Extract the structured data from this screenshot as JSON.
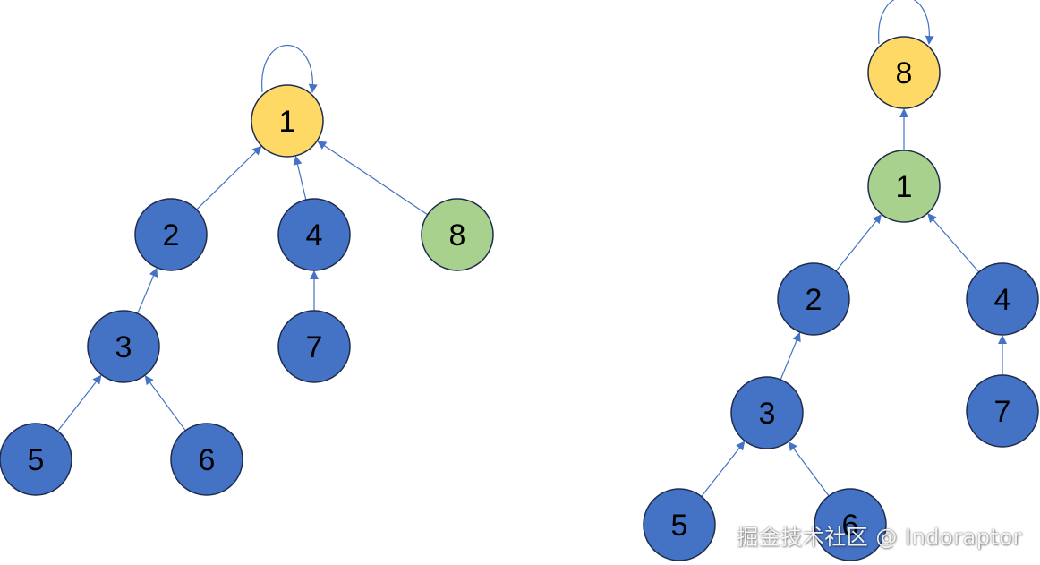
{
  "colors": {
    "default_node": "#4472c4",
    "root_node": "#ffd966",
    "moved_node": "#a9d18e",
    "edge": "#4472c4",
    "node_stroke": "#1f2d4d"
  },
  "trees": [
    {
      "id": "left",
      "nodes": [
        {
          "id": "1",
          "label": "1",
          "role": "root"
        },
        {
          "id": "2",
          "label": "2",
          "role": "default"
        },
        {
          "id": "4",
          "label": "4",
          "role": "default"
        },
        {
          "id": "8",
          "label": "8",
          "role": "moved"
        },
        {
          "id": "3",
          "label": "3",
          "role": "default"
        },
        {
          "id": "7",
          "label": "7",
          "role": "default"
        },
        {
          "id": "5",
          "label": "5",
          "role": "default"
        },
        {
          "id": "6",
          "label": "6",
          "role": "default"
        }
      ],
      "edges": [
        {
          "from": "1",
          "to": "1"
        },
        {
          "from": "2",
          "to": "1"
        },
        {
          "from": "4",
          "to": "1"
        },
        {
          "from": "8",
          "to": "1"
        },
        {
          "from": "3",
          "to": "2"
        },
        {
          "from": "7",
          "to": "4"
        },
        {
          "from": "5",
          "to": "3"
        },
        {
          "from": "6",
          "to": "3"
        }
      ]
    },
    {
      "id": "right",
      "nodes": [
        {
          "id": "8",
          "label": "8",
          "role": "root"
        },
        {
          "id": "1",
          "label": "1",
          "role": "moved"
        },
        {
          "id": "2",
          "label": "2",
          "role": "default"
        },
        {
          "id": "4",
          "label": "4",
          "role": "default"
        },
        {
          "id": "3",
          "label": "3",
          "role": "default"
        },
        {
          "id": "7",
          "label": "7",
          "role": "default"
        },
        {
          "id": "5",
          "label": "5",
          "role": "default"
        },
        {
          "id": "6",
          "label": "6",
          "role": "default"
        }
      ],
      "edges": [
        {
          "from": "8",
          "to": "8"
        },
        {
          "from": "1",
          "to": "8"
        },
        {
          "from": "2",
          "to": "1"
        },
        {
          "from": "4",
          "to": "1"
        },
        {
          "from": "3",
          "to": "2"
        },
        {
          "from": "7",
          "to": "4"
        },
        {
          "from": "5",
          "to": "3"
        },
        {
          "from": "6",
          "to": "3"
        }
      ]
    }
  ],
  "watermark": "掘金技术社区 @ Indoraptor"
}
